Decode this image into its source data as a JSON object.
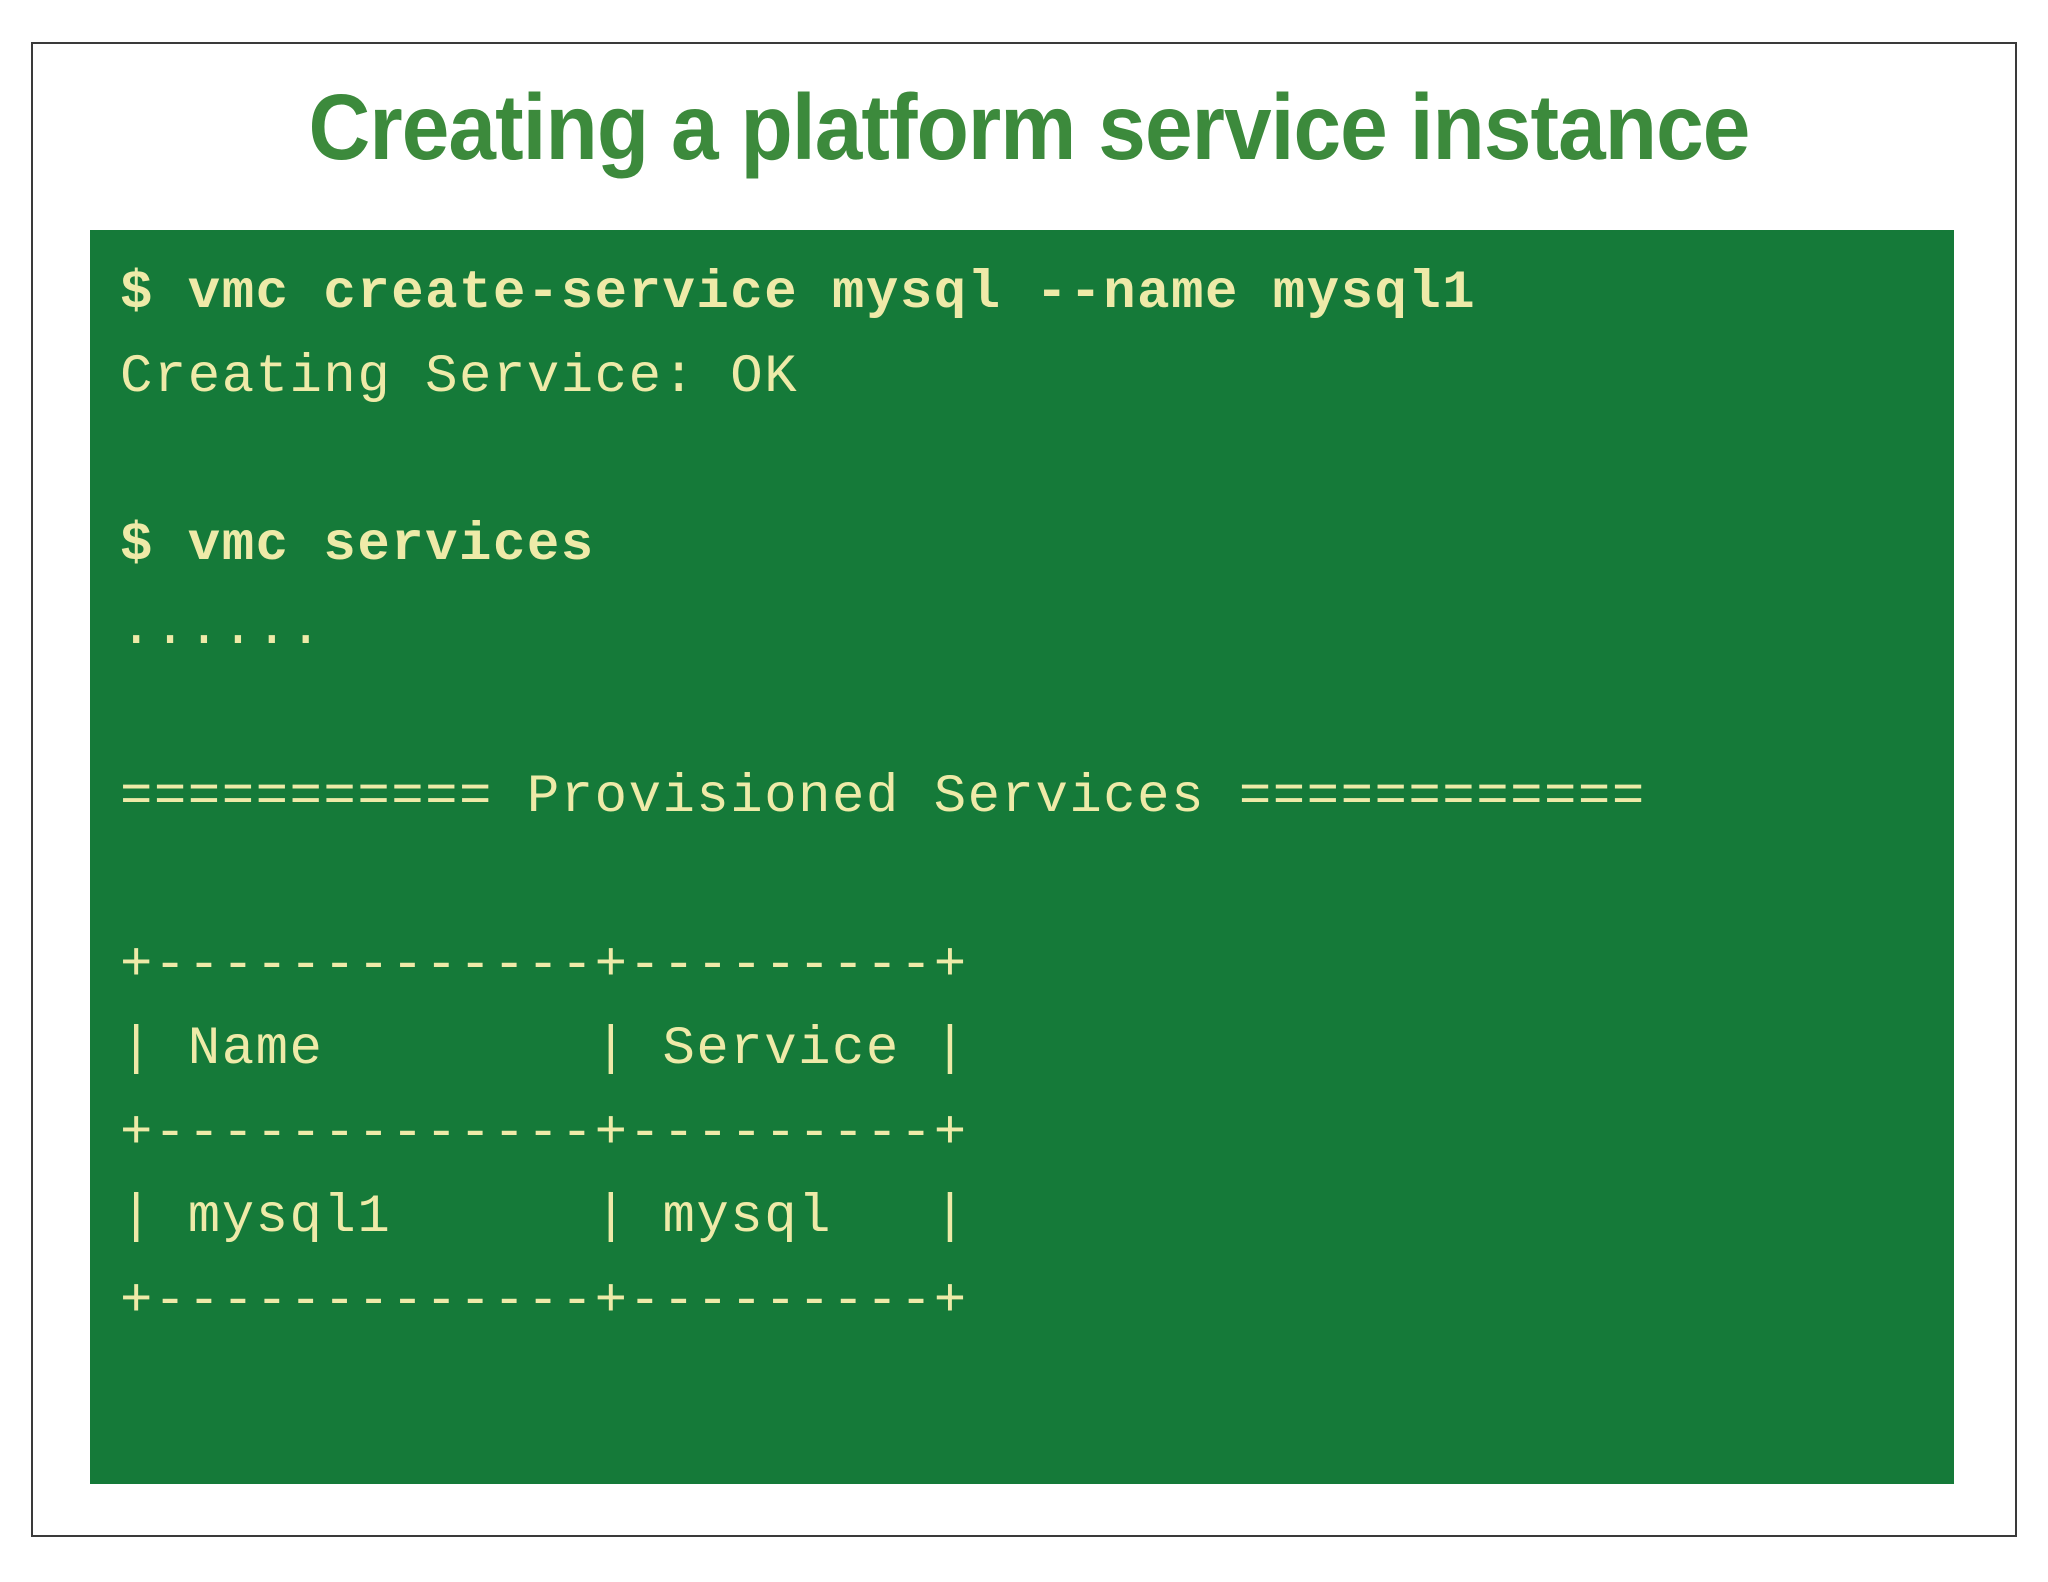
{
  "slide": {
    "title": "Creating a platform service instance",
    "title_color": "#3c8a3c",
    "border_color": "#3a3a3a",
    "background_color": "#ffffff"
  },
  "terminal": {
    "background_color": "#157a39",
    "text_color": "#eeeaa8",
    "lines": [
      {
        "id": "cmd-create-service",
        "text": "$ vmc create-service mysql --name mysql1",
        "bold": true
      },
      {
        "id": "output-creating-service",
        "text": "Creating Service: OK",
        "bold": false
      },
      {
        "id": "blank-1",
        "text": " ",
        "bold": false
      },
      {
        "id": "cmd-services",
        "text": "$ vmc services",
        "bold": true
      },
      {
        "id": "output-ellipsis",
        "text": "......",
        "bold": false
      },
      {
        "id": "blank-2",
        "text": " ",
        "bold": false
      },
      {
        "id": "output-provisioned-header",
        "text": "=========== Provisioned Services ============",
        "bold": false
      },
      {
        "id": "blank-3",
        "text": " ",
        "bold": false
      },
      {
        "id": "table-rule-top",
        "text": "+-------------+---------+",
        "bold": false
      },
      {
        "id": "table-header-row",
        "text": "| Name        | Service |",
        "bold": false
      },
      {
        "id": "table-rule-middle",
        "text": "+-------------+---------+",
        "bold": false
      },
      {
        "id": "table-data-row-mysql1",
        "text": "| mysql1      | mysql   |",
        "bold": false
      },
      {
        "id": "table-rule-bottom",
        "text": "+-------------+---------+",
        "bold": false
      }
    ],
    "table": {
      "columns": [
        "Name",
        "Service"
      ],
      "rows": [
        [
          "mysql1",
          "mysql"
        ]
      ]
    },
    "commands": [
      "vmc create-service mysql --name mysql1",
      "vmc services"
    ],
    "prompt_symbol": "$"
  }
}
